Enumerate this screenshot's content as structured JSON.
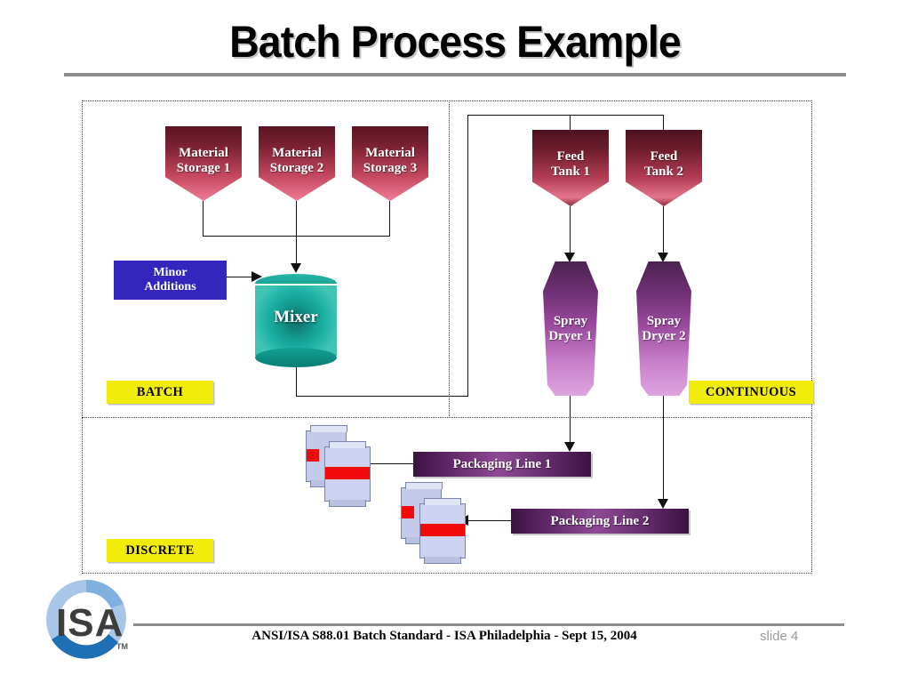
{
  "slide": {
    "title": "Batch Process Example",
    "number_label": "slide 4",
    "footer": "ANSI/ISA S88.01 Batch Standard - ISA Philadelphia - Sept 15, 2004"
  },
  "logo": {
    "text": "ISA",
    "trademark": "TM"
  },
  "mode_tags": {
    "batch": "BATCH",
    "continuous": "CONTINUOUS",
    "discrete": "DISCRETE"
  },
  "batch_section": {
    "storage_tanks": [
      {
        "line1": "Material",
        "line2": "Storage 1"
      },
      {
        "line1": "Material",
        "line2": "Storage 2"
      },
      {
        "line1": "Material",
        "line2": "Storage 3"
      }
    ],
    "minor_additions": {
      "line1": "Minor",
      "line2": "Additions"
    },
    "mixer": "Mixer"
  },
  "continuous_section": {
    "feed_tanks": [
      {
        "line1": "Feed",
        "line2": "Tank 1"
      },
      {
        "line1": "Feed",
        "line2": "Tank 2"
      }
    ],
    "spray_dryers": [
      {
        "line1": "Spray",
        "line2": "Dryer 1"
      },
      {
        "line1": "Spray",
        "line2": "Dryer 2"
      }
    ]
  },
  "discrete_section": {
    "packaging_lines": [
      "Packaging Line 1",
      "Packaging Line 2"
    ]
  },
  "colors": {
    "tank_dark": "#5a1423",
    "tank_light": "#ef7d96",
    "dryer_dark": "#4a2350",
    "dryer_light": "#dea4e0",
    "mixer_teal": "#139b90",
    "minor_additions_blue": "#3426bd",
    "mode_tag_yellow": "#f2ec0b",
    "packaging_purple": "#5d2565",
    "carton_blue": "#ccd2ef",
    "carton_stripe_red": "#f20a0a",
    "rule_gray": "#8c8c8c",
    "slide_number_gray": "#9a9a9a"
  }
}
